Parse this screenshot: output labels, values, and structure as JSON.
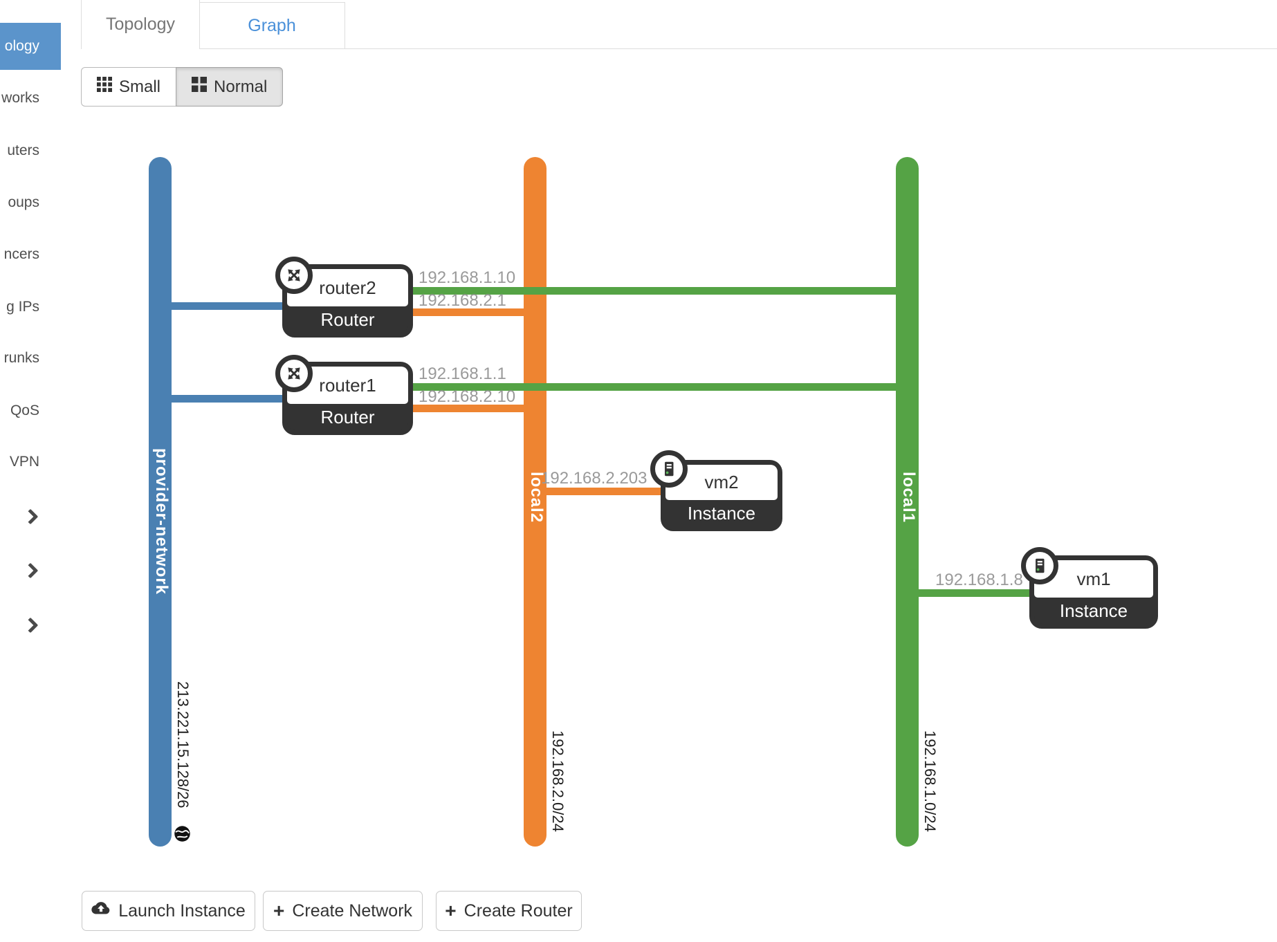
{
  "sidebar": {
    "active_item": {
      "label": "ology"
    },
    "items": [
      {
        "label": "works"
      },
      {
        "label": "uters"
      },
      {
        "label": "oups"
      },
      {
        "label": "ncers"
      },
      {
        "label": "g IPs"
      },
      {
        "label": "runks"
      },
      {
        "label": "QoS"
      },
      {
        "label": "VPN"
      }
    ]
  },
  "tabs": {
    "topology": {
      "label": "Topology"
    },
    "graph": {
      "label": "Graph"
    }
  },
  "size_toggle": {
    "small": {
      "label": "Small"
    },
    "normal": {
      "label": "Normal"
    }
  },
  "networks": [
    {
      "name": "provider-network",
      "subnet": "213.221.15.128/26",
      "color": "#4a80b2",
      "external": true
    },
    {
      "name": "local2",
      "subnet": "192.168.2.0/24",
      "color": "#ee8431",
      "external": false
    },
    {
      "name": "local1",
      "subnet": "192.168.1.0/24",
      "color": "#55a345",
      "external": false
    }
  ],
  "nodes": [
    {
      "name": "router2",
      "type": "Router",
      "ip_green": "192.168.1.10",
      "ip_orange": "192.168.2.1"
    },
    {
      "name": "router1",
      "type": "Router",
      "ip_green": "192.168.1.1",
      "ip_orange": "192.168.2.10"
    },
    {
      "name": "vm2",
      "type": "Instance",
      "ip": "192.168.2.203"
    },
    {
      "name": "vm1",
      "type": "Instance",
      "ip": "192.168.1.8"
    }
  ],
  "actions": [
    {
      "label": "Launch Instance",
      "icon": "cloud-upload"
    },
    {
      "label": "Create Network",
      "icon": "plus"
    },
    {
      "label": "Create Router",
      "icon": "plus"
    }
  ],
  "colors": {
    "active_sidebar": "#5b94cb",
    "link_blue": "#4a90d9",
    "node_dark": "#333333",
    "ip_label_gray": "#9a9a9a",
    "instance_status_green": "#5cb85c"
  },
  "icons": {
    "plus_glyph": "+",
    "router": "crossed-arrows",
    "instance": "server-tower",
    "external_network": "globe",
    "small": "grid-3x3",
    "normal": "grid-2x2",
    "sidebar_chevron": "chevron-right",
    "launch": "cloud-upload"
  }
}
